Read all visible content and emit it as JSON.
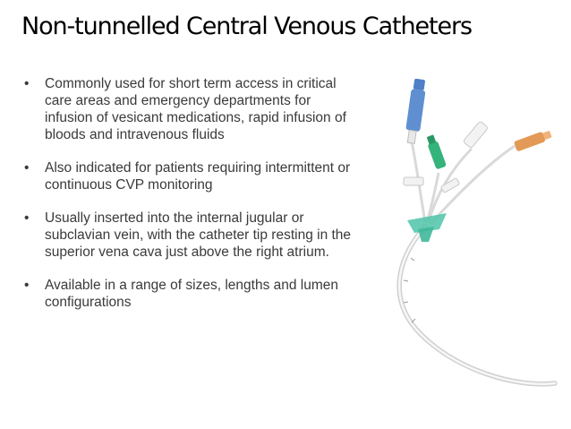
{
  "slide": {
    "title": "Non-tunnelled Central Venous Catheters",
    "bullet_symbol": "•",
    "bullets": [
      "Commonly used for short term access in critical care  areas and emergency departments for infusion of vesicant medications, rapid infusion of bloods and intravenous fluids",
      "Also indicated for patients requiring intermittent or continuous CVP monitoring",
      "Usually inserted into the internal jugular or subclavian vein, with the catheter tip resting in the superior vena cava just above the right atrium.",
      "Available in a range of sizes, lengths and lumen configurations"
    ]
  },
  "image": {
    "subject": "central-venous-catheter-photo",
    "colors": {
      "blue_hub": "#5f8fd0",
      "green_hub": "#34b37a",
      "orange_hub": "#e39a57",
      "clear_tubing": "#dcdcdc",
      "catheter_white": "#f4f4f4"
    }
  }
}
